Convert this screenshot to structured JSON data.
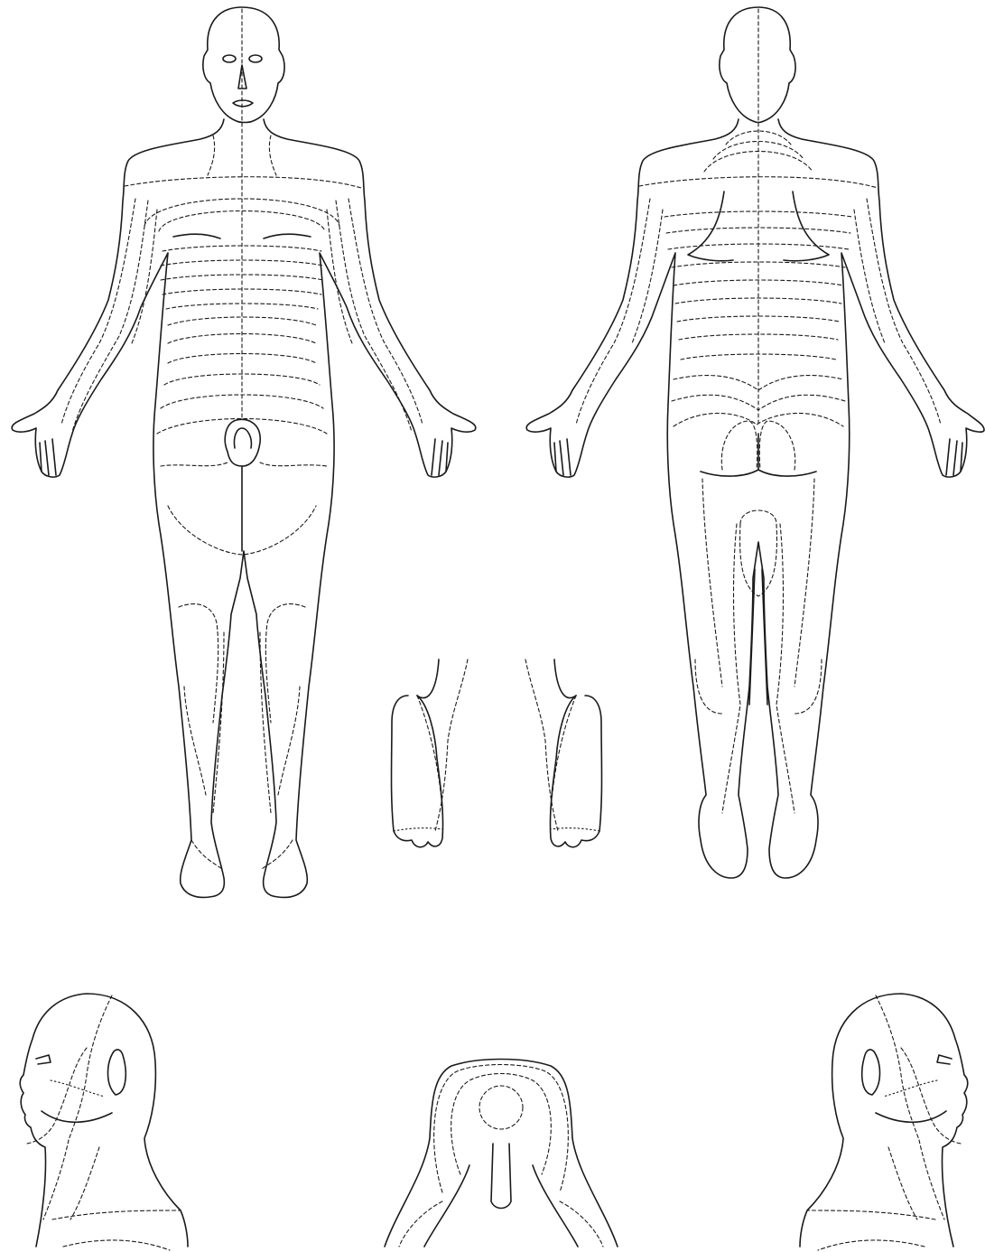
{
  "figure": {
    "views": [
      "body-front",
      "body-back",
      "foot-sole-left",
      "foot-sole-right",
      "head-left-profile",
      "perineum",
      "head-right-profile"
    ],
    "line_color": "#1a1a1a",
    "background": "#ffffff",
    "contour_style": "dashed"
  }
}
